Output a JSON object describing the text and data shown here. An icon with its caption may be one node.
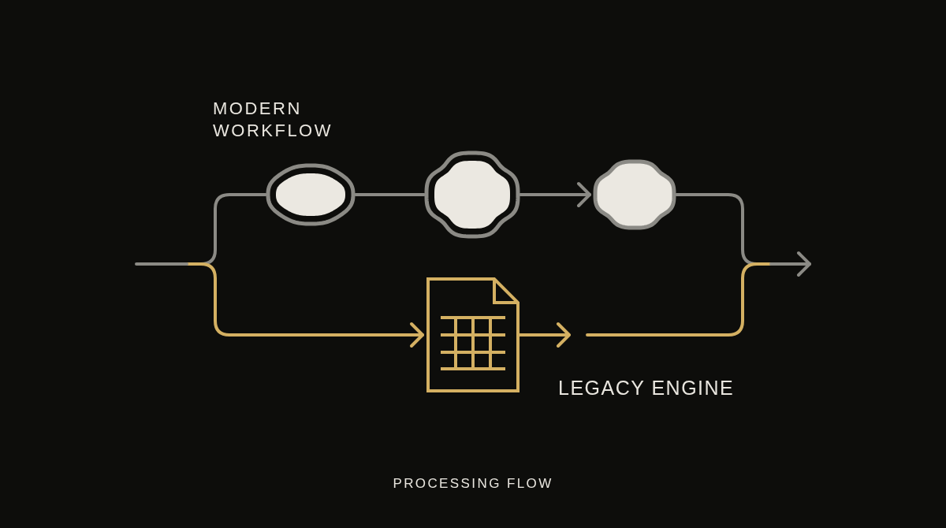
{
  "diagram": {
    "caption": "PROCESSING FLOW",
    "nodes": [
      {
        "text": [],
        "shape": "cloud"
      },
      {
        "text": [],
        "shape": "cloud"
      },
      {
        "text": [],
        "shape": "cloud"
      },
      {
        "text": [],
        "shape": "document"
      }
    ],
    "edges": [
      {
        "from": null,
        "to": 0,
        "arrow": "none"
      },
      {
        "from": null,
        "to": 3,
        "arrow": "to",
        "color": "#d4b062"
      },
      {
        "from": 0,
        "to": 1,
        "arrow": "none"
      },
      {
        "from": 1,
        "to": 2,
        "arrow": "to"
      },
      {
        "from": 2,
        "to": null,
        "arrow": "to"
      },
      {
        "from": 3,
        "to": null,
        "arrow": "to",
        "color": "#d4b062"
      }
    ],
    "labels": [
      "MODERN WORKFLOW",
      "LEGACY ENGINE"
    ]
  }
}
